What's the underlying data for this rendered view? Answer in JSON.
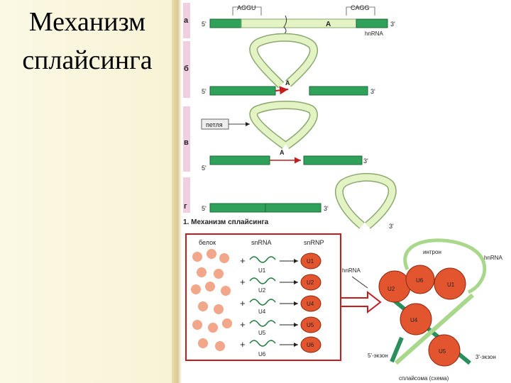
{
  "slide": {
    "title": "Механизм сплайсинга"
  },
  "panels": {
    "a": {
      "letter": "а",
      "left_seq": "AGGU",
      "right_seq": "CAGG",
      "branch": "A",
      "end5": "5'",
      "end3": "3'",
      "rna": "hnRNA"
    },
    "b": {
      "letter": "б",
      "branch": "A",
      "end5": "5'",
      "end3": "3'"
    },
    "v": {
      "letter": "в",
      "loop_label": "петля",
      "branch": "A",
      "end5": "5'",
      "end3": "3'"
    },
    "g": {
      "letter": "г",
      "end5": "5'",
      "end3": "3'",
      "end3_loop": "3'"
    }
  },
  "caption1": "1. Механизм сплайсинга",
  "assembly": {
    "col_protein": "белок",
    "col_snrna": "snRNA",
    "col_snrnp": "snRNP",
    "plus": "+",
    "rows": [
      {
        "rna": "U1",
        "rnp": "U1"
      },
      {
        "rna": "U2",
        "rnp": "U2"
      },
      {
        "rna": "U4",
        "rnp": "U4"
      },
      {
        "rna": "U5",
        "rnp": "U5"
      },
      {
        "rna": "U6",
        "rnp": "U6"
      }
    ],
    "arrow_label": "hnRNA"
  },
  "spliceosome": {
    "intron": "интрон",
    "rna": "hnRNA",
    "exon5": "5'-экзон",
    "exon3": "3'-экзон",
    "caption": "сплайсома (схема)",
    "particles": [
      "U2",
      "U6",
      "U1",
      "U4",
      "U5"
    ]
  },
  "colors": {
    "exon": "#2fa15a",
    "intron": "#e4f3c4",
    "letter_bar": "#f0cfe0",
    "protein": "#f2a68a",
    "snrnp": "#e2552f",
    "arrow_red": "#c41d1d"
  }
}
